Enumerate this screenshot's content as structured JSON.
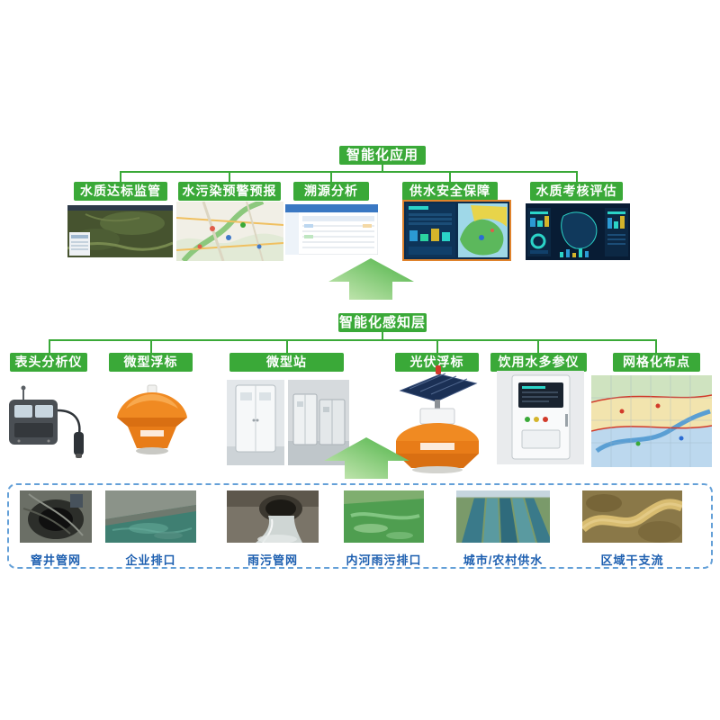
{
  "application_layer": {
    "title": "智能化应用",
    "items": [
      {
        "label": "水质达标监管"
      },
      {
        "label": "水污染预警预报"
      },
      {
        "label": "溯源分析"
      },
      {
        "label": "供水安全保障"
      },
      {
        "label": "水质考核评估"
      }
    ]
  },
  "perception_layer": {
    "title": "智能化感知层",
    "items": [
      {
        "label": "表头分析仪"
      },
      {
        "label": "微型浮标"
      },
      {
        "label": "微型站"
      },
      {
        "label": "光伏浮标"
      },
      {
        "label": "饮用水多参仪"
      },
      {
        "label": "网格化布点"
      }
    ]
  },
  "source_layer": {
    "items": [
      {
        "label": "窨井管网"
      },
      {
        "label": "企业排口"
      },
      {
        "label": "雨污管网"
      },
      {
        "label": "内河雨污排口"
      },
      {
        "label": "城市/农村供水"
      },
      {
        "label": "区域干支流"
      }
    ]
  },
  "colors": {
    "green": "#3aa938",
    "label_text": "#ffffff",
    "source_label_text": "#1d5fb0",
    "dashed_border": "#64a0d8",
    "highlight_border": "#e0832c"
  }
}
